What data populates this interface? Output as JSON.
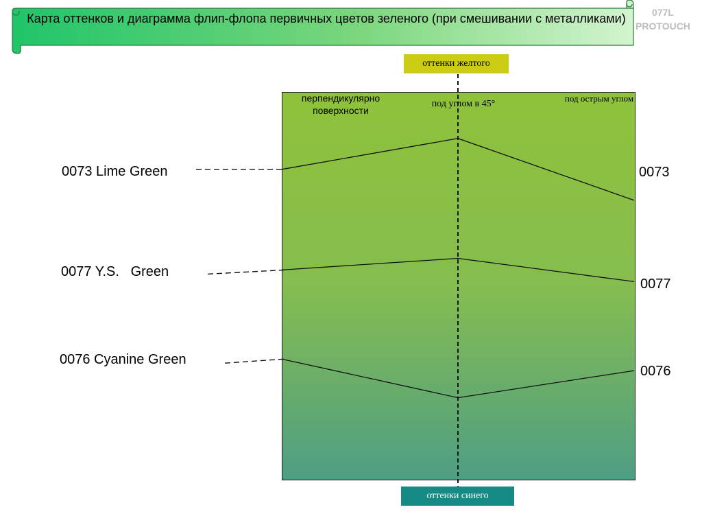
{
  "header": {
    "title": "Карта оттенков и диаграмма флип-флопа первичных цветов зеленого     (при смешивании с металликами)",
    "code_line1": "077L",
    "code_line2": "PROTOUCH"
  },
  "axis": {
    "top_label": "оттенки желтого",
    "bottom_label": "оттенки синего",
    "top_color": "#cccc14",
    "bottom_color": "#168a84"
  },
  "columns": {
    "perpendicular": "перпендикулярно поверхности",
    "angle45": "под углом в 45°",
    "acute": "под острым углом"
  },
  "panel": {
    "gradient_top": "#8fc23a",
    "gradient_mid": "#85bd50",
    "gradient_bottom": "#4e9e84"
  },
  "colors": [
    {
      "name": "0073 Lime Green",
      "code": "0073",
      "levels": [
        0.8,
        0.88,
        0.72
      ]
    },
    {
      "name": "0077 Y.S.   Green",
      "code": "0077",
      "levels": [
        0.54,
        0.57,
        0.51
      ]
    },
    {
      "name": "0076 Cyanine Green",
      "code": "0076",
      "levels": [
        0.31,
        0.21,
        0.28
      ]
    }
  ]
}
